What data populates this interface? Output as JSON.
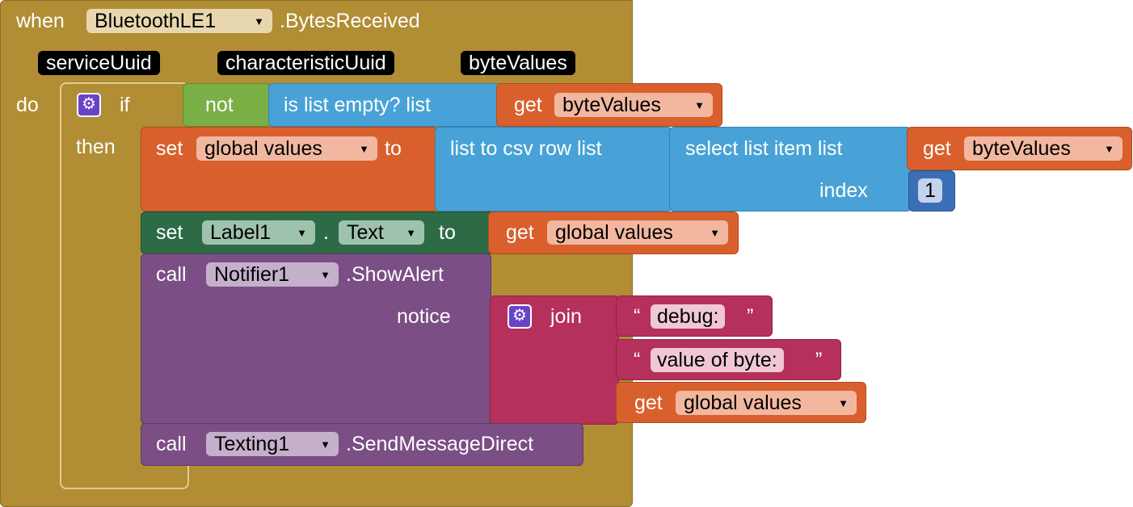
{
  "event": {
    "when_label": "when",
    "component": "BluetoothLE1",
    "event_name": ".BytesReceived",
    "params": [
      "serviceUuid",
      "characteristicUuid",
      "byteValues"
    ],
    "do_label": "do"
  },
  "if_block": {
    "if_label": "if",
    "then_label": "then",
    "not_label": "not",
    "is_list_empty_label": "is list empty?  list",
    "get_label": "get",
    "get_var": "byteValues"
  },
  "set_global": {
    "set_label": "set",
    "var": "global values",
    "to_label": "to",
    "list_to_csv_label": "list to csv row  list",
    "select_item_label": "select list item  list",
    "index_label": "index",
    "get_label": "get",
    "get_var": "byteValues",
    "index_value": "1"
  },
  "set_label1": {
    "set_label": "set",
    "component": "Label1",
    "dot": ".",
    "property": "Text",
    "to_label": "to",
    "get_label": "get",
    "get_var": "global values"
  },
  "call_notifier": {
    "call_label": "call",
    "component": "Notifier1",
    "method": ".ShowAlert",
    "notice_label": "notice",
    "join_label": "join",
    "open_quote": "“",
    "close_quote": "”",
    "string1": "debug:",
    "string2": "value of byte:",
    "get_label": "get",
    "get_var": "global values"
  },
  "call_texting": {
    "call_label": "call",
    "component": "Texting1",
    "method": ".SendMessageDirect"
  },
  "colors": {
    "event": "#b18d34",
    "logic": "#7aaf46",
    "list": "#48a2d7",
    "variable": "#d9602c",
    "component_set": "#2d6b47",
    "procedure_call": "#7b4e85",
    "text": "#b6305c",
    "math": "#3a6fb5",
    "mutator": "#6a44c8"
  },
  "icons": {
    "dropdown": "▼",
    "mutator": "gear-icon"
  }
}
